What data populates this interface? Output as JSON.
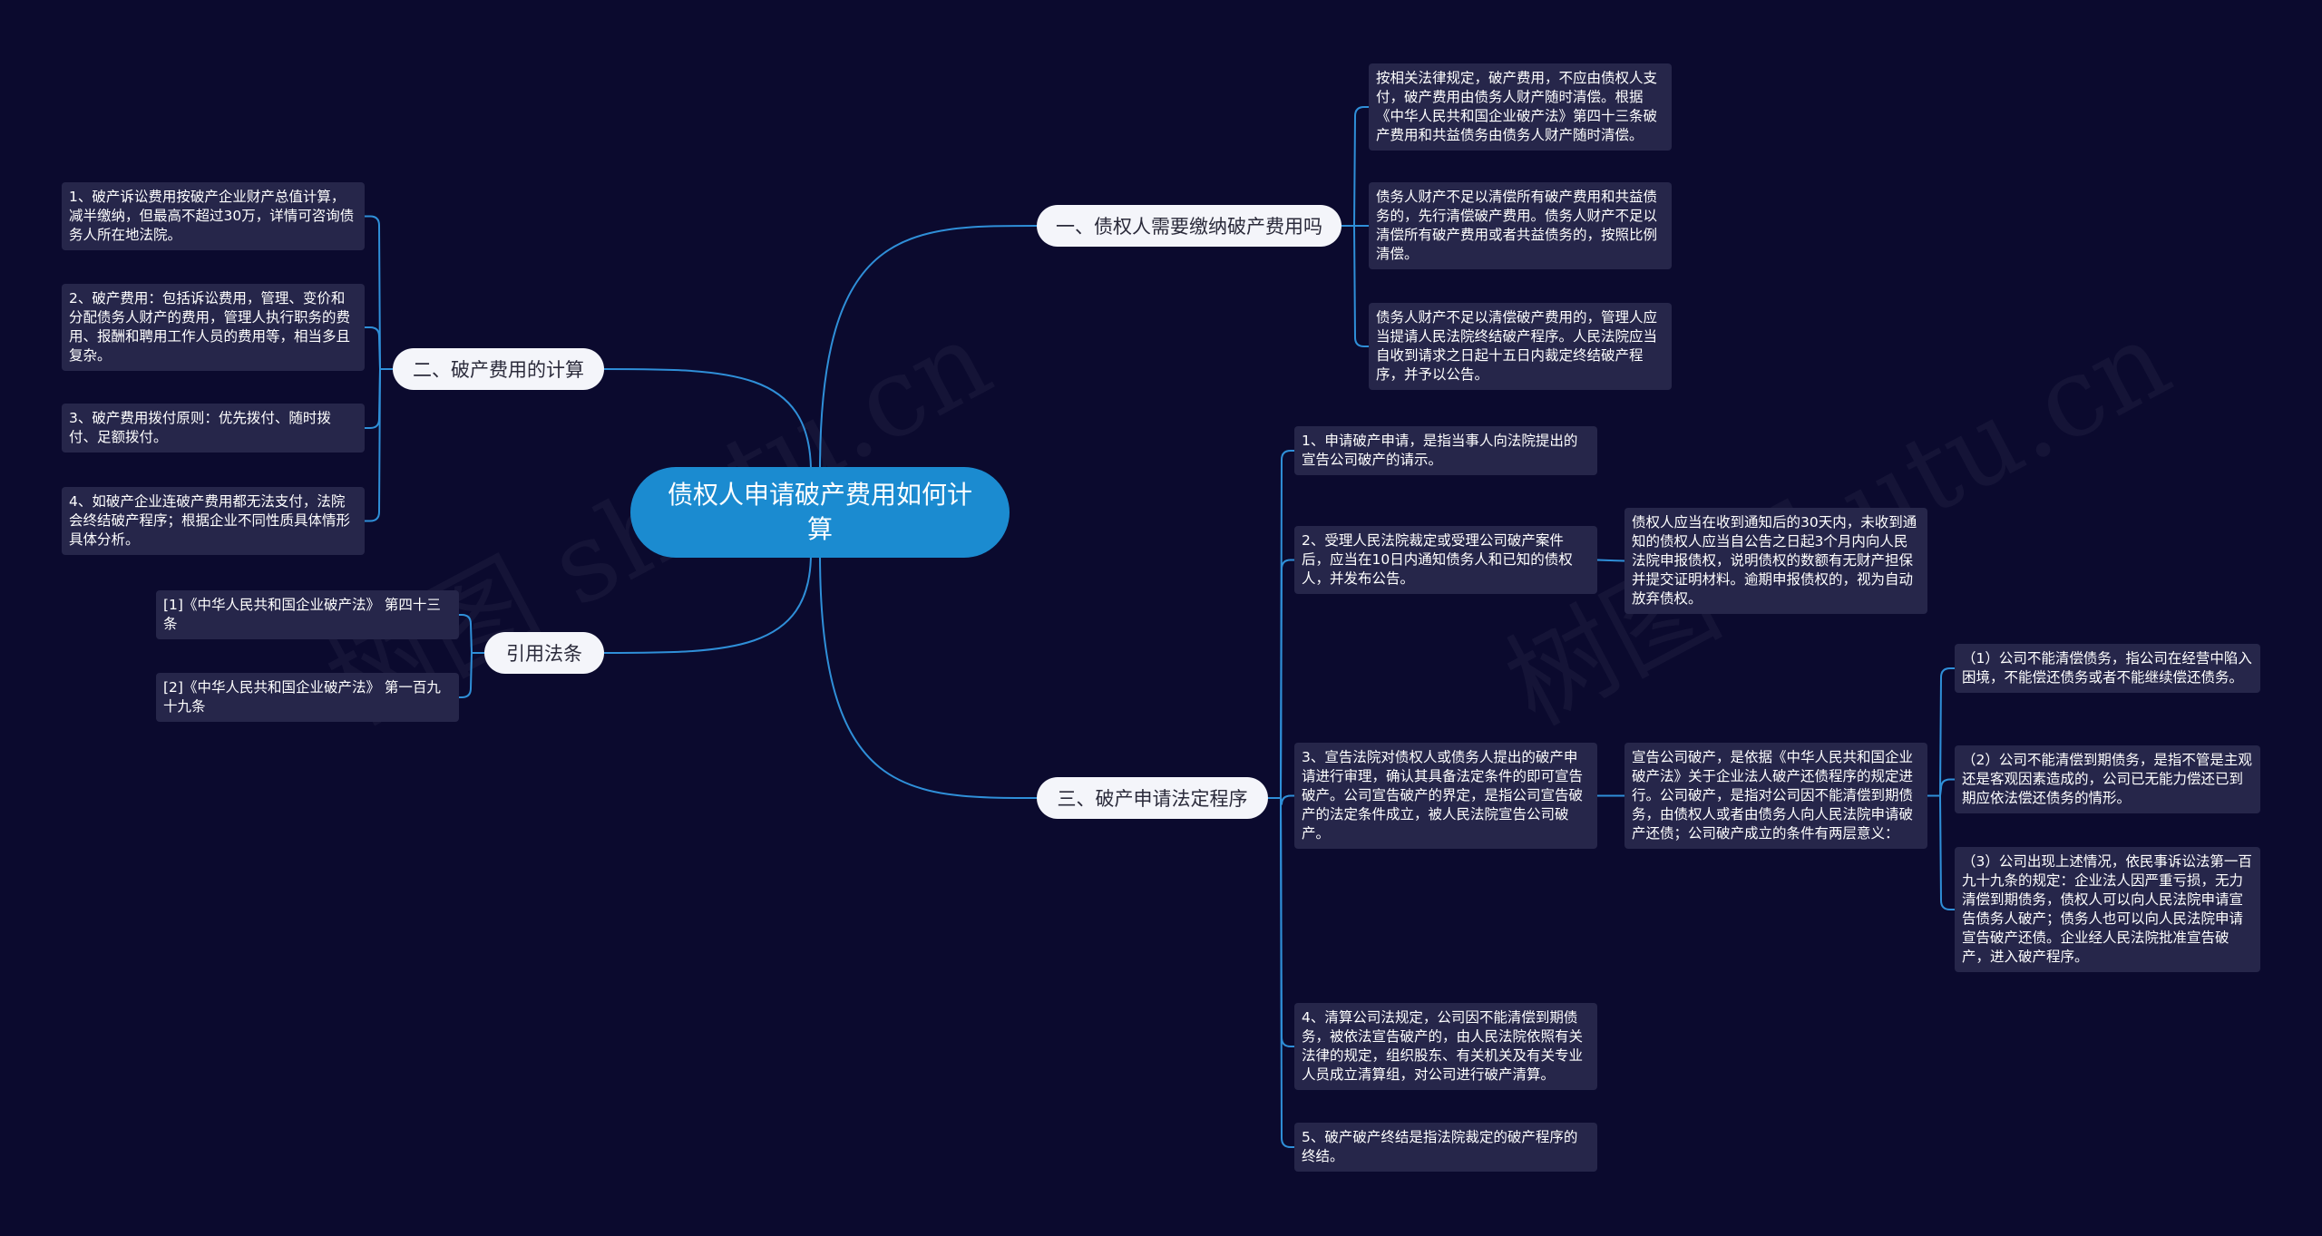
{
  "center": {
    "title": "债权人申请破产费用如何计算"
  },
  "branches": {
    "b1": {
      "label": "一、债权人需要缴纳破产费用吗"
    },
    "b2": {
      "label": "二、破产费用的计算"
    },
    "b3": {
      "label": "引用法条"
    },
    "b4": {
      "label": "三、破产申请法定程序"
    }
  },
  "leaves": {
    "b1_1": "按相关法律规定，破产费用，不应由债权人支付，破产费用由债务人财产随时清偿。根据《中华人民共和国企业破产法》第四十三条破产费用和共益债务由债务人财产随时清偿。",
    "b1_2": "债务人财产不足以清偿所有破产费用和共益债务的，先行清偿破产费用。债务人财产不足以清偿所有破产费用或者共益债务的，按照比例清偿。",
    "b1_3": "债务人财产不足以清偿破产费用的，管理人应当提请人民法院终结破产程序。人民法院应当自收到请求之日起十五日内裁定终结破产程序，并予以公告。",
    "b2_1": "1、破产诉讼费用按破产企业财产总值计算，减半缴纳，但最高不超过30万，详情可咨询债务人所在地法院。",
    "b2_2": "2、破产费用：包括诉讼费用，管理、变价和分配债务人财产的费用，管理人执行职务的费用、报酬和聘用工作人员的费用等，相当多且复杂。",
    "b2_3": "3、破产费用拨付原则：优先拨付、随时拨付、足额拨付。",
    "b2_4": "4、如破产企业连破产费用都无法支付，法院会终结破产程序；根据企业不同性质具体情形具体分析。",
    "b3_1": "[1]《中华人民共和国企业破产法》 第四十三条",
    "b3_2": "[2]《中华人民共和国企业破产法》 第一百九十九条",
    "b4_1": "1、申请破产申请，是指当事人向法院提出的宣告公司破产的请示。",
    "b4_2": "2、受理人民法院裁定或受理公司破产案件后，应当在10日内通知债务人和已知的债权人，并发布公告。",
    "b4_2_1": "债权人应当在收到通知后的30天内，未收到通知的债权人应当自公告之日起3个月内向人民法院申报债权，说明债权的数额有无财产担保并提交证明材料。逾期申报债权的，视为自动放弃债权。",
    "b4_3": "3、宣告法院对债权人或债务人提出的破产申请进行审理，确认其具备法定条件的即可宣告破产。公司宣告破产的界定，是指公司宣告破产的法定条件成立，被人民法院宣告公司破产。",
    "b4_3_1": "宣告公司破产，是依据《中华人民共和国企业破产法》关于企业法人破产还债程序的规定进行。公司破产，是指对公司因不能清偿到期债务，由债权人或者由债务人向人民法院申请破产还债；公司破产成立的条件有两层意义：",
    "b4_3_1_1": "（1）公司不能清偿债务，指公司在经营中陷入困境，不能偿还债务或者不能继续偿还债务。",
    "b4_3_1_2": "（2）公司不能清偿到期债务，是指不管是主观还是客观因素造成的，公司已无能力偿还已到期应依法偿还债务的情形。",
    "b4_3_1_3": "（3）公司出现上述情况，依民事诉讼法第一百九十九条的规定：企业法人因严重亏损，无力清偿到期债务，债权人可以向人民法院申请宣告债务人破产；债务人也可以向人民法院申请宣告破产还债。企业经人民法院批准宣告破产，进入破产程序。",
    "b4_4": "4、清算公司法规定，公司因不能清偿到期债务，被依法宣告破产的，由人民法院依照有关法律的规定，组织股东、有关机关及有关专业人员成立清算组，对公司进行破产清算。",
    "b4_5": "5、破产破产终结是指法院裁定的破产程序的终结。"
  },
  "watermarks": [
    "树图 shutu.cn",
    "树图 shutu.cn"
  ],
  "colors": {
    "background": "#0b0a2e",
    "center": "#1b8bd0",
    "link": "#2f8fd8",
    "leaf": "#26264a",
    "branch": "#f4f5fa"
  }
}
